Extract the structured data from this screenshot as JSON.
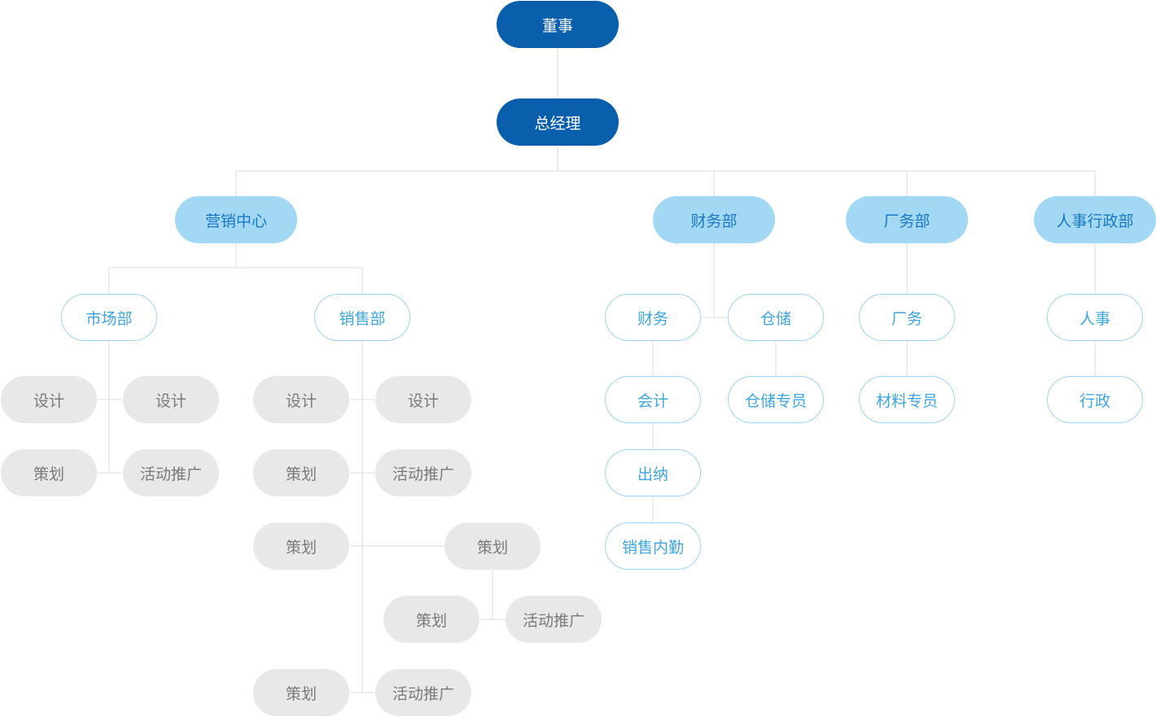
{
  "colors": {
    "dark_blue": "#0a5fad",
    "light_blue": "#a3d8f5",
    "light_blue_text": "#1a78c2",
    "outline_blue": "#9dd4f0",
    "outline_text": "#3ea5dd",
    "gray_fill": "#e8e8e8",
    "gray_text": "#7a7a7a",
    "connector": "#dddddd"
  },
  "nodes": [
    {
      "id": "n-board",
      "label": "董事",
      "level": 0
    },
    {
      "id": "n-gm",
      "label": "总经理",
      "level": 0
    },
    {
      "id": "n-marketing-center",
      "label": "营销中心",
      "level": 1
    },
    {
      "id": "n-finance-dept",
      "label": "财务部",
      "level": 1
    },
    {
      "id": "n-factory-dept",
      "label": "厂务部",
      "level": 1
    },
    {
      "id": "n-hr-admin-dept",
      "label": "人事行政部",
      "level": 1
    },
    {
      "id": "n-market-dept",
      "label": "市场部",
      "level": 2
    },
    {
      "id": "n-sales-dept",
      "label": "销售部",
      "level": 2
    },
    {
      "id": "n-finance",
      "label": "财务",
      "level": 2
    },
    {
      "id": "n-warehouse",
      "label": "仓储",
      "level": 2
    },
    {
      "id": "n-accountant",
      "label": "会计",
      "level": 2
    },
    {
      "id": "n-warehouse-clerk",
      "label": "仓储专员",
      "level": 2
    },
    {
      "id": "n-cashier",
      "label": "出纳",
      "level": 2
    },
    {
      "id": "n-sales-clerk",
      "label": "销售内勤",
      "level": 2
    },
    {
      "id": "n-factory",
      "label": "厂务",
      "level": 2
    },
    {
      "id": "n-material-clerk",
      "label": "材料专员",
      "level": 2
    },
    {
      "id": "n-hr",
      "label": "人事",
      "level": 2
    },
    {
      "id": "n-admin",
      "label": "行政",
      "level": 2
    },
    {
      "id": "n-m-design-1",
      "label": "设计",
      "level": 3
    },
    {
      "id": "n-m-design-2",
      "label": "设计",
      "level": 3
    },
    {
      "id": "n-m-plan-1",
      "label": "策划",
      "level": 3
    },
    {
      "id": "n-m-promo-1",
      "label": "活动推广",
      "level": 3
    },
    {
      "id": "n-s-design-1",
      "label": "设计",
      "level": 3
    },
    {
      "id": "n-s-design-2",
      "label": "设计",
      "level": 3
    },
    {
      "id": "n-s-plan-1",
      "label": "策划",
      "level": 3
    },
    {
      "id": "n-s-promo-1",
      "label": "活动推广",
      "level": 3
    },
    {
      "id": "n-s-plan-2",
      "label": "策划",
      "level": 3
    },
    {
      "id": "n-s-plan-3",
      "label": "策划",
      "level": 3
    },
    {
      "id": "n-s-plan-4",
      "label": "策划",
      "level": 3
    },
    {
      "id": "n-s-promo-2",
      "label": "活动推广",
      "level": 3
    },
    {
      "id": "n-s-plan-5",
      "label": "策划",
      "level": 3
    },
    {
      "id": "n-s-promo-3",
      "label": "活动推广",
      "level": 3
    }
  ],
  "edges": [
    [
      "n-board",
      "n-gm"
    ],
    [
      "n-gm",
      "n-marketing-center"
    ],
    [
      "n-gm",
      "n-finance-dept"
    ],
    [
      "n-gm",
      "n-factory-dept"
    ],
    [
      "n-gm",
      "n-hr-admin-dept"
    ],
    [
      "n-marketing-center",
      "n-market-dept"
    ],
    [
      "n-marketing-center",
      "n-sales-dept"
    ],
    [
      "n-market-dept",
      "n-m-design-1"
    ],
    [
      "n-market-dept",
      "n-m-design-2"
    ],
    [
      "n-market-dept",
      "n-m-plan-1"
    ],
    [
      "n-market-dept",
      "n-m-promo-1"
    ],
    [
      "n-sales-dept",
      "n-s-design-1"
    ],
    [
      "n-sales-dept",
      "n-s-design-2"
    ],
    [
      "n-sales-dept",
      "n-s-plan-1"
    ],
    [
      "n-sales-dept",
      "n-s-promo-1"
    ],
    [
      "n-sales-dept",
      "n-s-plan-2"
    ],
    [
      "n-sales-dept",
      "n-s-plan-3"
    ],
    [
      "n-s-plan-3",
      "n-s-plan-4"
    ],
    [
      "n-s-plan-3",
      "n-s-promo-2"
    ],
    [
      "n-sales-dept",
      "n-s-plan-5"
    ],
    [
      "n-sales-dept",
      "n-s-promo-3"
    ],
    [
      "n-finance-dept",
      "n-finance"
    ],
    [
      "n-finance-dept",
      "n-warehouse"
    ],
    [
      "n-finance",
      "n-accountant"
    ],
    [
      "n-accountant",
      "n-cashier"
    ],
    [
      "n-cashier",
      "n-sales-clerk"
    ],
    [
      "n-warehouse",
      "n-warehouse-clerk"
    ],
    [
      "n-factory-dept",
      "n-factory"
    ],
    [
      "n-factory",
      "n-material-clerk"
    ],
    [
      "n-hr-admin-dept",
      "n-hr"
    ],
    [
      "n-hr",
      "n-admin"
    ]
  ]
}
